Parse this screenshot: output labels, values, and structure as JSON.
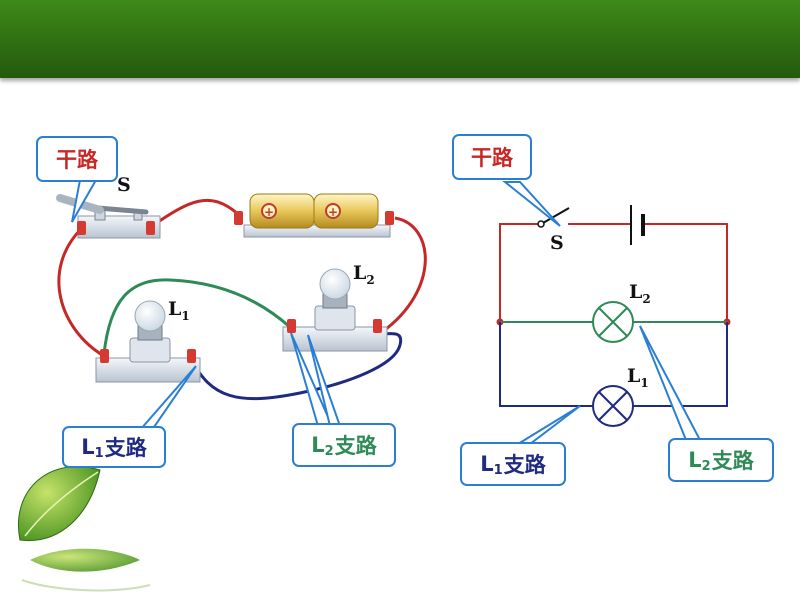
{
  "colors": {
    "banner": "#2f6f12",
    "main_circuit": "#c62828",
    "branch_l1": "#1f2a80",
    "branch_l2": "#2e8b57",
    "callout_border": "#2a7fd4"
  },
  "physical_circuit": {
    "callout_main": "干路",
    "switch_label": "S",
    "lamp1_letter": "L",
    "lamp1_sub": "1",
    "lamp2_letter": "L",
    "lamp2_sub": "2",
    "callout_branch1_letter": "L",
    "callout_branch1_sub": "1",
    "callout_branch1_text": "支路",
    "callout_branch2_letter": "L",
    "callout_branch2_sub": "2",
    "callout_branch2_text": "支路"
  },
  "schematic": {
    "callout_main": "干路",
    "switch_label": "S",
    "lamp2_letter": "L",
    "lamp2_sub": "2",
    "lamp1_letter": "L",
    "lamp1_sub": "1",
    "callout_branch1_letter": "L",
    "callout_branch1_sub": "1",
    "callout_branch1_text": "支路",
    "callout_branch2_letter": "L",
    "callout_branch2_sub": "2",
    "callout_branch2_text": "支路"
  }
}
